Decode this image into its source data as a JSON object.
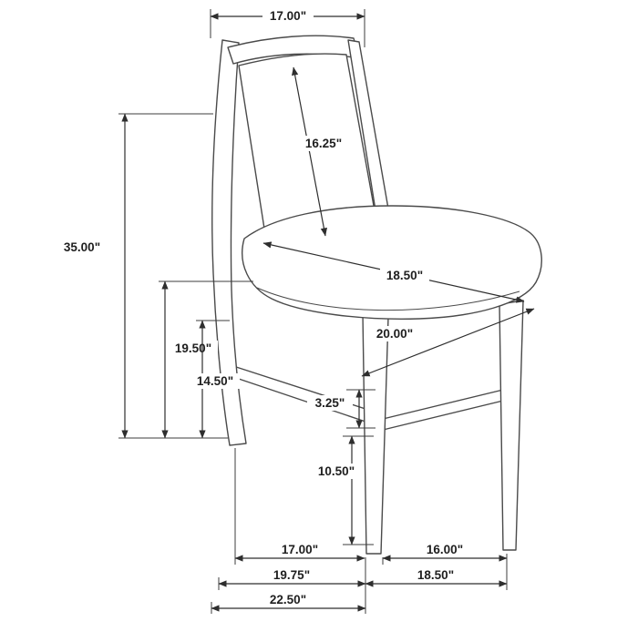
{
  "diagram": {
    "kind": "furniture dimension drawing",
    "subject": "side chair with cane back and upholstered seat",
    "unit": "inches",
    "colors": {
      "line": "#2e2e2e",
      "text": "#1f1f1f",
      "background": "#ffffff"
    }
  },
  "labels": {
    "back_top_width": "17.00\"",
    "back_panel_diagonal": "16.25\"",
    "overall_height": "35.00\"",
    "seat_back_height": "19.50\"",
    "stretcher_height": "14.50\"",
    "seat_width_diagonal": "18.50\"",
    "seat_depth_diagonal": "20.00\"",
    "stretcher_thickness": "3.25\"",
    "leg_lower_height": "10.50\"",
    "legs_inner_depth": "17.00\"",
    "front_legs_width": "16.00\"",
    "base_depth": "19.75\"",
    "base_front_width": "18.50\"",
    "overall_depth": "22.50\""
  }
}
